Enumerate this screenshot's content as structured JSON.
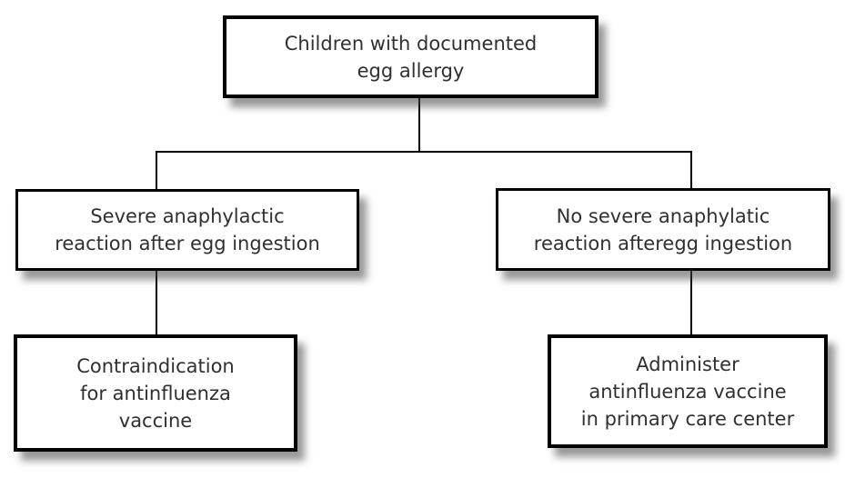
{
  "flowchart": {
    "nodes": {
      "root": {
        "lines": [
          "Children with documented",
          "egg allergy"
        ]
      },
      "severe": {
        "lines": [
          "Severe anaphylactic",
          "reaction after egg ingestion"
        ]
      },
      "no_severe": {
        "lines": [
          "No severe anaphylatic",
          "reaction afteregg ingestion"
        ]
      },
      "contraindication": {
        "lines": [
          "Contraindication",
          "for antinfluenza",
          "vaccine"
        ]
      },
      "administer": {
        "lines": [
          "Administer",
          "antinfluenza vaccine",
          "in primary care center"
        ]
      }
    },
    "colors": {
      "box_border": "#000000",
      "box_background": "#ffffff",
      "text": "#303030",
      "connector": "#000000",
      "shadow": "#8a8a8a",
      "page_background": "#ffffff"
    }
  }
}
